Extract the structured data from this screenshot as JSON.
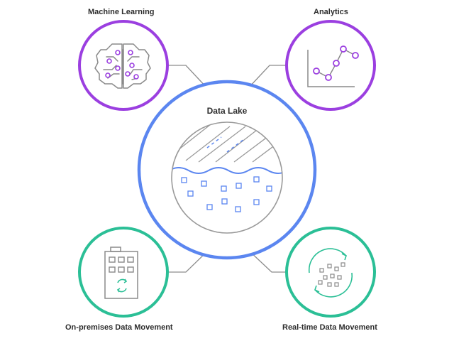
{
  "labels": {
    "center": "Data Lake",
    "machine_learning": "Machine Learning",
    "analytics": "Analytics",
    "on_premises": "On-premises Data Movement",
    "real_time": "Real-time Data Movement"
  },
  "colors": {
    "lake_ring": "#5b86f0",
    "purple": "#9b3fe0",
    "teal": "#2bbf96",
    "connector": "#8c8c8c",
    "icon_gray": "#8a8a8a"
  },
  "icons": {
    "machine_learning": "brain-circuit-icon",
    "analytics": "line-chart-icon",
    "on_premises": "building-sync-icon",
    "real_time": "data-stream-cycle-icon",
    "center": "lake-water-icon"
  }
}
